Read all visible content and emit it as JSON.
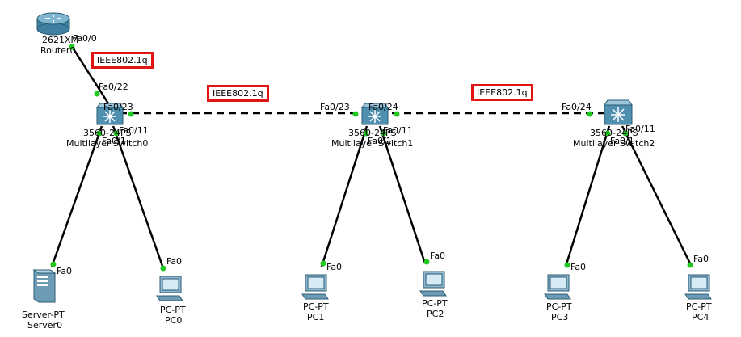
{
  "devices": {
    "router0": {
      "model": "2621XM",
      "name": "Router0"
    },
    "switch0": {
      "model": "3560-24PS",
      "name": "Multilayer Switch0"
    },
    "switch1": {
      "model": "3560-24PS",
      "name": "Multilayer Switch1"
    },
    "switch2": {
      "model": "3560-24PS",
      "name": "Multilayer Switch2"
    },
    "server0": {
      "model": "Server-PT",
      "name": "Server0"
    },
    "pc0": {
      "model": "PC-PT",
      "name": "PC0"
    },
    "pc1": {
      "model": "PC-PT",
      "name": "PC1"
    },
    "pc2": {
      "model": "PC-PT",
      "name": "PC2"
    },
    "pc3": {
      "model": "PC-PT",
      "name": "PC3"
    },
    "pc4": {
      "model": "PC-PT",
      "name": "PC4"
    }
  },
  "ports": {
    "router0_fa00": "Fa0/0",
    "sw0_fa022": "Fa0/22",
    "sw0_fa023": "Fa0/23",
    "sw0_fa011": "Fa0/11",
    "sw0_fa01": "Fa0/1",
    "sw1_fa023": "Fa0/23",
    "sw1_fa024": "Fa0/24",
    "sw1_fa011": "Fa0/11",
    "sw1_fa01": "Fa0/1",
    "sw2_fa024": "Fa0/24",
    "sw2_fa011": "Fa0/11",
    "sw2_fa01": "Fa0/1",
    "server0_fa0": "Fa0",
    "pc0_fa0": "Fa0",
    "pc1_fa0": "Fa0",
    "pc2_fa0": "Fa0",
    "pc3_fa0": "Fa0",
    "pc4_fa0": "Fa0"
  },
  "trunk_labels": {
    "router_switch0": "IEEE802.1q",
    "switch0_switch1": "IEEE802.1q",
    "switch1_switch2": "IEEE802.1q"
  },
  "colors": {
    "link": "#000000",
    "port_dot": "#1ec81e",
    "trunk_border": "#e11414",
    "device_blue": "#4f8fb0"
  }
}
